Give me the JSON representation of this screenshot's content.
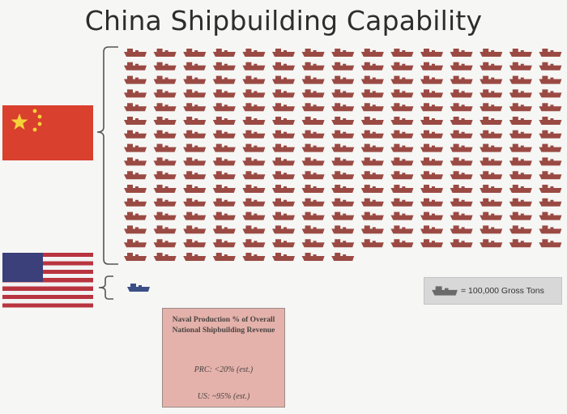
{
  "colors": {
    "china_ship": "#9a4a43",
    "us_ship": "#3b4f86",
    "bracket": "#555555",
    "china_flag": "#d9402d",
    "china_star": "#f5d23a"
  },
  "chart_data": {
    "type": "pictograph",
    "title": "China Shipbuilding Capability",
    "unit": "= 100,000 Gross Tons",
    "series": [
      {
        "name": "",
        "flag": "china-flag",
        "value": 233,
        "icons_per_row": 15
      },
      {
        "name": "",
        "flag": "us-flag",
        "value": 1,
        "icons_per_row": 15
      }
    ]
  },
  "legend": {
    "icon": "ship-icon",
    "text": "= 100,000 Gross Tons"
  },
  "note": {
    "heading": "Naval Production % of Overall National Shipbuilding Revenue",
    "prc": "PRC: <20% (est.)",
    "us": "US: ~95% (est.)"
  }
}
